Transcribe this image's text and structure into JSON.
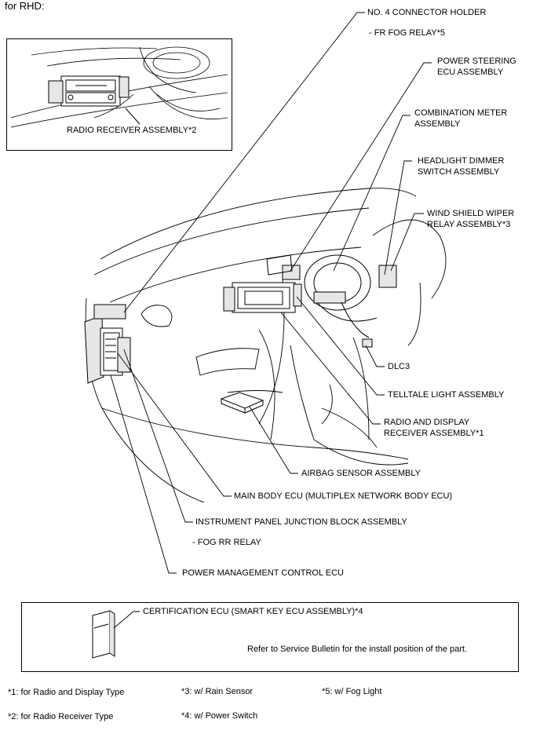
{
  "header": "for RHD:",
  "inset_label": "RADIO RECEIVER ASSEMBLY*2",
  "labels": {
    "no4_connector_holder": "NO. 4 CONNECTOR HOLDER",
    "fr_fog_relay": "- FR FOG RELAY*5",
    "power_steering_1": "POWER STEERING",
    "power_steering_2": "ECU ASSEMBLY",
    "combination_meter_1": "COMBINATION METER",
    "combination_meter_2": "ASSEMBLY",
    "headlight_dimmer_1": "HEADLIGHT DIMMER",
    "headlight_dimmer_2": "SWITCH ASSEMBLY",
    "wiper_relay_1": "WIND SHIELD WIPER",
    "wiper_relay_2": "RELAY ASSEMBLY*3",
    "dlc3": "DLC3",
    "telltale_light": "TELLTALE LIGHT ASSEMBLY",
    "radio_display_1": "RADIO AND DISPLAY",
    "radio_display_2": "RECEIVER ASSEMBLY*1",
    "airbag_sensor": "AIRBAG SENSOR ASSEMBLY",
    "main_body_ecu": "MAIN BODY ECU (MULTIPLEX NETWORK BODY ECU)",
    "ip_junction_block": "INSTRUMENT PANEL JUNCTION BLOCK ASSEMBLY",
    "fog_rr_relay": "- FOG RR RELAY",
    "power_mgmt_ecu": "POWER MANAGEMENT CONTROL ECU"
  },
  "certification": {
    "label": "CERTIFICATION ECU (SMART KEY ECU ASSEMBLY)*4",
    "note": "Refer to Service Bulletin for the install position of the part."
  },
  "footnotes": {
    "f1": "*1: for Radio and Display Type",
    "f2": "*2: for Radio Receiver Type",
    "f3": "*3: w/ Rain Sensor",
    "f4": "*4: w/ Power Switch",
    "f5": "*5: w/ Fog Light"
  }
}
